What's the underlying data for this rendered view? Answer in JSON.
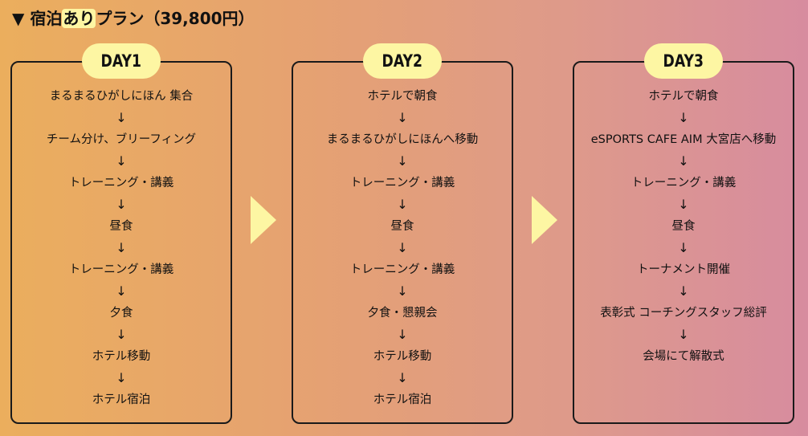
{
  "title": {
    "prefix": "▼ 宿泊",
    "highlight": "あり",
    "suffix": "プラン（39,800円）"
  },
  "arrow_glyph": "↓",
  "colors": {
    "label_bg": "#fdf6a3",
    "border": "#1a1a1a",
    "gradient_start": "#ebae5d",
    "gradient_end": "#d78c9f"
  },
  "days": [
    {
      "label": "DAY1",
      "steps": [
        "まるまるひがしにほん 集合",
        "チーム分け、ブリーフィング",
        "トレーニング・講義",
        "昼食",
        "トレーニング・講義",
        "夕食",
        "ホテル移動",
        "ホテル宿泊"
      ]
    },
    {
      "label": "DAY2",
      "steps": [
        "ホテルで朝食",
        "まるまるひがしにほんへ移動",
        "トレーニング・講義",
        "昼食",
        "トレーニング・講義",
        "夕食・懇親会",
        "ホテル移動",
        "ホテル宿泊"
      ]
    },
    {
      "label": "DAY3",
      "steps": [
        "ホテルで朝食",
        "eSPORTS CAFE AIM 大宮店へ移動",
        "トレーニング・講義",
        "昼食",
        "トーナメント開催",
        "表彰式 コーチングスタッフ総評",
        "会場にて解散式"
      ]
    }
  ]
}
